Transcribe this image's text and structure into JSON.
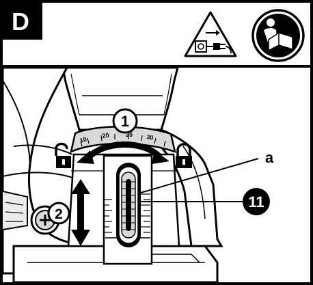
{
  "panel": {
    "letter": "D",
    "callouts": {
      "c1": "1",
      "c2": "2",
      "ca": "a",
      "c11": "11"
    },
    "dial_marks": [
      "10",
      "20",
      "25",
      "30"
    ]
  },
  "icons": {
    "warning": "unplug-before-adjusting-warning-icon",
    "manual": "read-manual-icon"
  },
  "colors": {
    "ink": "#000000",
    "paper": "#ffffff",
    "shade": "#d9d9d9",
    "light_shade": "#ececec"
  }
}
